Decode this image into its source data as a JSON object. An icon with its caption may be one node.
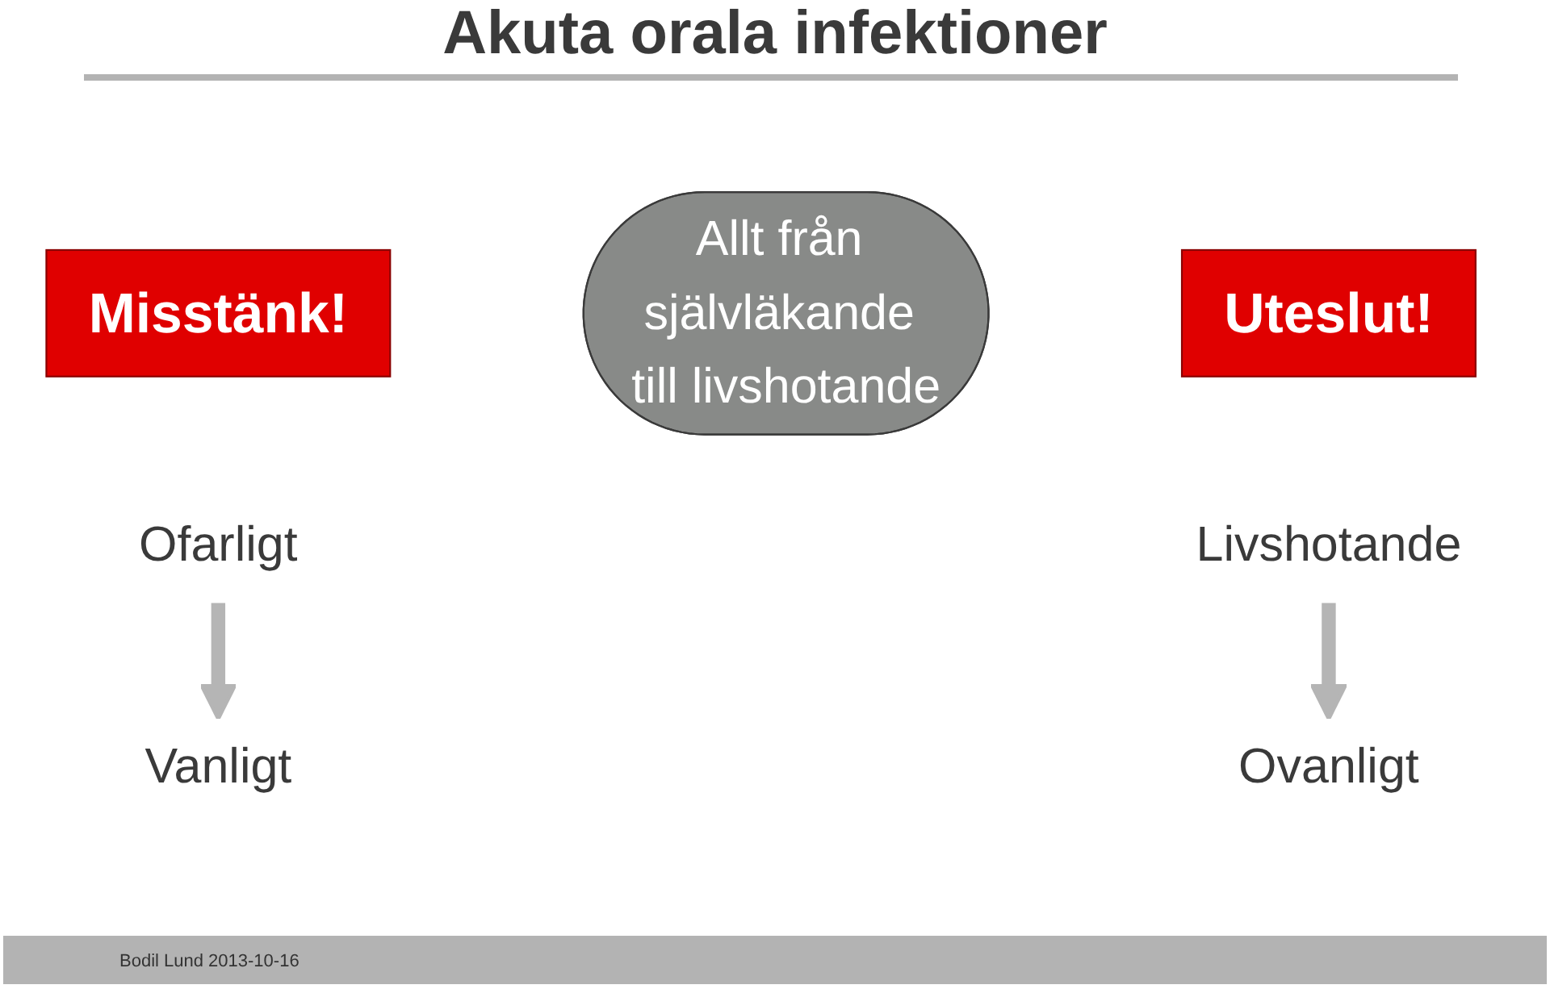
{
  "diagram": {
    "title": "Akuta orala infektioner",
    "nodes": [
      {
        "text": [
          "Misstänk!"
        ]
      },
      {
        "text": [
          "Ofarligt"
        ]
      },
      {
        "text": [
          "Uteslut!"
        ]
      },
      {
        "text": [
          "Livshotande"
        ]
      },
      {
        "text": [
          "Allt från självläkande till livshotande"
        ]
      },
      {
        "text": [
          "Vanligt"
        ]
      },
      {
        "text": [
          "Ovanligt"
        ]
      }
    ],
    "edges": [
      {
        "from": 1,
        "to": 5,
        "arrow": "to"
      },
      {
        "from": 3,
        "to": 6,
        "arrow": "to"
      }
    ],
    "labels": [
      "Bodil Lund 2013-10-16"
    ]
  }
}
